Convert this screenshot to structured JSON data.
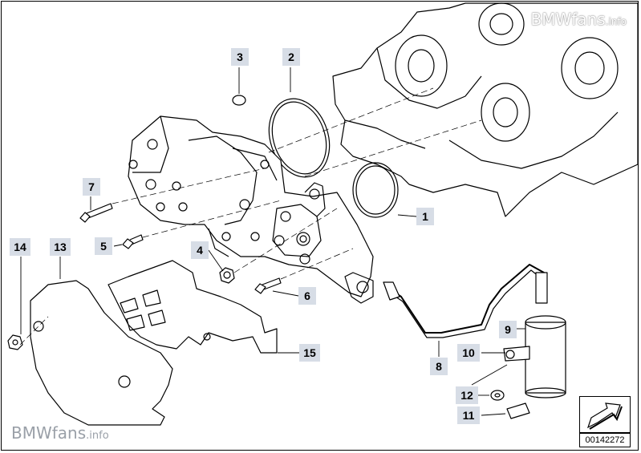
{
  "watermark": {
    "brand": "BMWfans",
    "suffix": ".info"
  },
  "diagram_number": "00142272",
  "callouts": [
    {
      "id": "c1",
      "label": "1"
    },
    {
      "id": "c2",
      "label": "2"
    },
    {
      "id": "c3",
      "label": "3"
    },
    {
      "id": "c4",
      "label": "4"
    },
    {
      "id": "c5",
      "label": "5"
    },
    {
      "id": "c6",
      "label": "6"
    },
    {
      "id": "c7",
      "label": "7"
    },
    {
      "id": "c8",
      "label": "8"
    },
    {
      "id": "c9",
      "label": "9"
    },
    {
      "id": "c10",
      "label": "10"
    },
    {
      "id": "c11",
      "label": "11"
    },
    {
      "id": "c12",
      "label": "12"
    },
    {
      "id": "c13",
      "label": "13"
    },
    {
      "id": "c14",
      "label": "14"
    },
    {
      "id": "c15",
      "label": "15"
    }
  ],
  "colors": {
    "callout_bg": "#d7dde6",
    "line": "#000000",
    "watermark_grey": "#9aa0a8"
  },
  "icons": {
    "nav": "next-arrow-icon"
  }
}
